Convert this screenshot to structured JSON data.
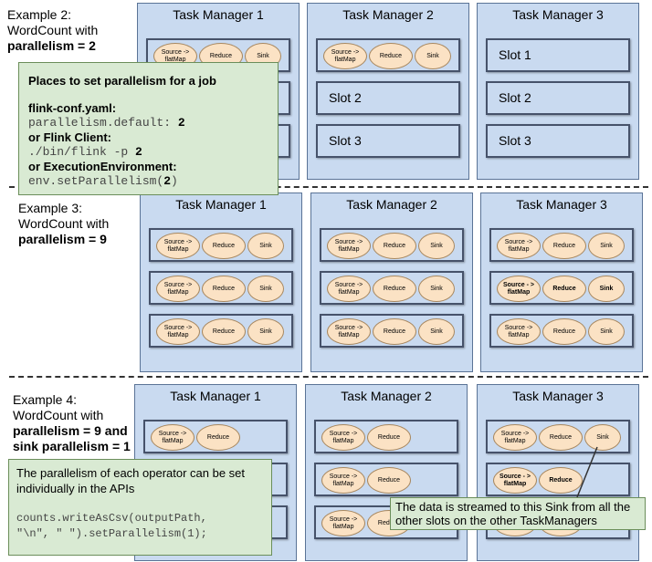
{
  "examples": [
    {
      "label_lines": [
        "Example 2:",
        "WordCount with"
      ],
      "label_bold": "parallelism = 2",
      "task_managers": [
        {
          "title": "Task Manager 1",
          "slots": [
            {
              "type": "ops",
              "ops": [
                "Source -> flatMap",
                "Reduce",
                "Sink"
              ]
            },
            {
              "type": "empty"
            },
            {
              "type": "empty"
            }
          ]
        },
        {
          "title": "Task Manager 2",
          "slots": [
            {
              "type": "ops",
              "ops": [
                "Source -> flatMap",
                "Reduce",
                "Sink"
              ]
            },
            {
              "type": "label",
              "label": "Slot 2"
            },
            {
              "type": "label",
              "label": "Slot 3"
            }
          ]
        },
        {
          "title": "Task Manager 3",
          "slots": [
            {
              "type": "label",
              "label": "Slot 1"
            },
            {
              "type": "label",
              "label": "Slot 2"
            },
            {
              "type": "label",
              "label": "Slot 3"
            }
          ]
        }
      ]
    },
    {
      "label_lines": [
        "Example 3:",
        "WordCount with"
      ],
      "label_bold": "parallelism = 9",
      "task_managers": [
        {
          "title": "Task Manager 1",
          "slots": [
            {
              "type": "ops",
              "ops": [
                "Source -> flatMap",
                "Reduce",
                "Sink"
              ]
            },
            {
              "type": "ops",
              "ops": [
                "Source -> flatMap",
                "Reduce",
                "Sink"
              ]
            },
            {
              "type": "ops",
              "ops": [
                "Source -> flatMap",
                "Reduce",
                "Sink"
              ]
            }
          ]
        },
        {
          "title": "Task Manager 2",
          "slots": [
            {
              "type": "ops",
              "ops": [
                "Source -> flatMap",
                "Reduce",
                "Sink"
              ]
            },
            {
              "type": "ops",
              "ops": [
                "Source -> flatMap",
                "Reduce",
                "Sink"
              ]
            },
            {
              "type": "ops",
              "ops": [
                "Source -> flatMap",
                "Reduce",
                "Sink"
              ]
            }
          ]
        },
        {
          "title": "Task Manager 3",
          "slots": [
            {
              "type": "ops",
              "ops": [
                "Source -> flatMap",
                "Reduce",
                "Sink"
              ]
            },
            {
              "type": "ops",
              "bold": true,
              "ops": [
                "Source - > flatMap",
                "Reduce",
                "Sink"
              ]
            },
            {
              "type": "ops",
              "ops": [
                "Source -> flatMap",
                "Reduce",
                "Sink"
              ]
            }
          ]
        }
      ]
    },
    {
      "label_lines": [
        "Example 4:",
        "WordCount with"
      ],
      "label_bold_lines": [
        "parallelism = 9 and",
        "sink parallelism = 1"
      ],
      "task_managers": [
        {
          "title": "Task Manager 1",
          "slots": [
            {
              "type": "ops",
              "ops": [
                "Source -> flatMap",
                "Reduce"
              ]
            },
            {
              "type": "empty"
            },
            {
              "type": "empty"
            }
          ]
        },
        {
          "title": "Task Manager 2",
          "slots": [
            {
              "type": "ops",
              "ops": [
                "Source -> flatMap",
                "Reduce"
              ]
            },
            {
              "type": "ops",
              "ops": [
                "Source -> flatMap",
                "Reduce"
              ]
            },
            {
              "type": "ops",
              "ops": [
                "Source -> flatMap",
                "Reduce"
              ]
            }
          ]
        },
        {
          "title": "Task Manager 3",
          "slots": [
            {
              "type": "ops",
              "ops": [
                "Source -> flatMap",
                "Reduce",
                "Sink"
              ]
            },
            {
              "type": "ops",
              "bold": true,
              "ops": [
                "Source - > flatMap",
                "Reduce"
              ]
            },
            {
              "type": "ops",
              "ops": [
                "Source -> flatMap",
                "Reduce"
              ]
            }
          ]
        }
      ]
    }
  ],
  "callout_parallelism": {
    "heading": "Places to set parallelism for a job",
    "conf_heading": "flink-conf.yaml:",
    "conf_code": "parallelism.default: ",
    "conf_value": "2",
    "client_heading": "or Flink Client:",
    "client_code": "./bin/flink -p ",
    "client_value": "2",
    "env_heading": "or ExecutionEnvironment:",
    "env_code_pre": "env.setParallelism(",
    "env_value": "2",
    "env_code_post": ")"
  },
  "callout_operator": {
    "text": "The parallelism of each operator can be set individually in the APIs",
    "code_line1": "counts.writeAsCsv(outputPath,",
    "code_line2": "\"\\n\", \" \").setParallelism(1);"
  },
  "callout_sink": {
    "text": "The data is streamed to this Sink from all the other slots on the other TaskManagers"
  },
  "colors": {
    "tm_fill": "#c9daf0",
    "operator_fill": "#fbe2c4",
    "callout_fill": "#d9ead3"
  }
}
